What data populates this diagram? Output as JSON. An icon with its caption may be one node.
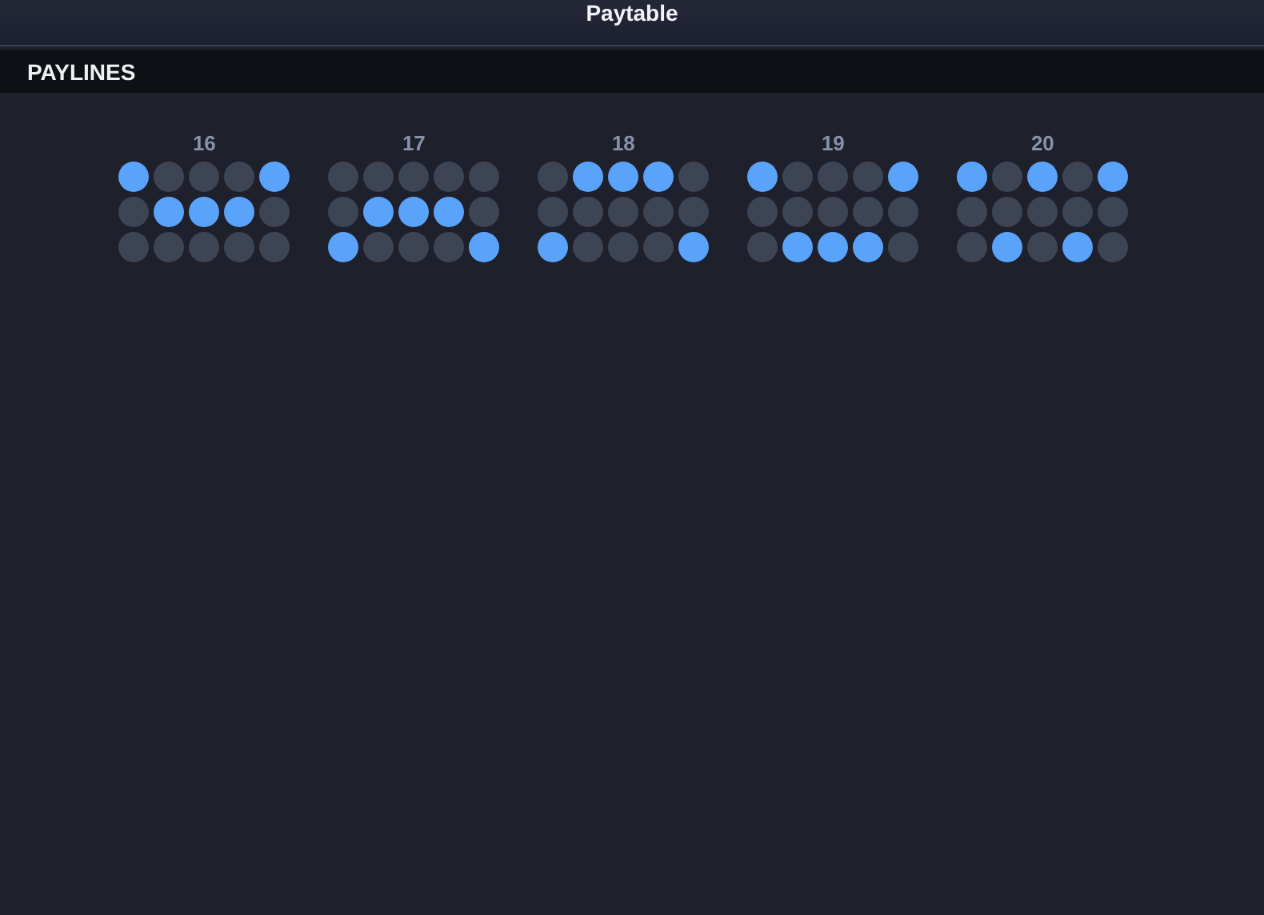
{
  "diagram": {
    "title": "Paytable",
    "nodes": [
      {
        "text": [
          "PAYLINES"
        ]
      },
      {
        "text": [
          "16"
        ]
      },
      {
        "text": [],
        "shape": "circle",
        "in": 1
      },
      {
        "text": [],
        "shape": "circle",
        "in": 1
      },
      {
        "text": [],
        "shape": "circle",
        "in": 1
      },
      {
        "text": [],
        "shape": "circle",
        "in": 1
      },
      {
        "text": [],
        "shape": "circle",
        "in": 1
      },
      {
        "text": [],
        "shape": "circle",
        "in": 1
      },
      {
        "text": [],
        "shape": "circle",
        "in": 1
      },
      {
        "text": [],
        "shape": "circle",
        "in": 1
      },
      {
        "text": [],
        "shape": "circle",
        "in": 1
      },
      {
        "text": [],
        "shape": "circle",
        "in": 1
      },
      {
        "text": [],
        "shape": "circle",
        "in": 1
      },
      {
        "text": [],
        "shape": "circle",
        "in": 1
      },
      {
        "text": [],
        "shape": "circle",
        "in": 1
      },
      {
        "text": [],
        "shape": "circle",
        "in": 1
      },
      {
        "text": [],
        "shape": "circle",
        "in": 1
      },
      {
        "text": [
          "17"
        ]
      },
      {
        "text": [],
        "shape": "circle",
        "in": 17
      },
      {
        "text": [],
        "shape": "circle",
        "in": 17
      },
      {
        "text": [],
        "shape": "circle",
        "in": 17
      },
      {
        "text": [],
        "shape": "circle",
        "in": 17
      },
      {
        "text": [],
        "shape": "circle",
        "in": 17
      },
      {
        "text": [],
        "shape": "circle",
        "in": 17
      },
      {
        "text": [],
        "shape": "circle",
        "in": 17
      },
      {
        "text": [],
        "shape": "circle",
        "in": 17
      },
      {
        "text": [],
        "shape": "circle",
        "in": 17
      },
      {
        "text": [],
        "shape": "circle",
        "in": 17
      },
      {
        "text": [],
        "shape": "circle",
        "in": 17
      },
      {
        "text": [],
        "shape": "circle",
        "in": 17
      },
      {
        "text": [],
        "shape": "circle",
        "in": 17
      },
      {
        "text": [],
        "shape": "circle",
        "in": 17
      },
      {
        "text": [],
        "shape": "circle",
        "in": 17
      },
      {
        "text": [
          "18"
        ]
      },
      {
        "text": [],
        "shape": "circle",
        "in": 33
      },
      {
        "text": [],
        "shape": "circle",
        "in": 33
      },
      {
        "text": [],
        "shape": "circle",
        "in": 33
      },
      {
        "text": [],
        "shape": "circle",
        "in": 33
      },
      {
        "text": [],
        "shape": "circle",
        "in": 33
      },
      {
        "text": [],
        "shape": "circle",
        "in": 33
      },
      {
        "text": [],
        "shape": "circle",
        "in": 33
      },
      {
        "text": [],
        "shape": "circle",
        "in": 33
      },
      {
        "text": [],
        "shape": "circle",
        "in": 33
      },
      {
        "text": [],
        "shape": "circle",
        "in": 33
      },
      {
        "text": [],
        "shape": "circle",
        "in": 33
      },
      {
        "text": [],
        "shape": "circle",
        "in": 33
      },
      {
        "text": [],
        "shape": "circle",
        "in": 33
      },
      {
        "text": [],
        "shape": "circle",
        "in": 33
      },
      {
        "text": [],
        "shape": "circle",
        "in": 33
      },
      {
        "text": [
          "19"
        ]
      },
      {
        "text": [],
        "shape": "circle",
        "in": 49
      },
      {
        "text": [],
        "shape": "circle",
        "in": 49
      },
      {
        "text": [],
        "shape": "circle",
        "in": 49
      },
      {
        "text": [],
        "shape": "circle",
        "in": 49
      },
      {
        "text": [],
        "shape": "circle",
        "in": 49
      },
      {
        "text": [],
        "shape": "circle",
        "in": 49
      },
      {
        "text": [],
        "shape": "circle",
        "in": 49
      },
      {
        "text": [],
        "shape": "circle",
        "in": 49
      },
      {
        "text": [],
        "shape": "circle",
        "in": 49
      },
      {
        "text": [],
        "shape": "circle",
        "in": 49
      },
      {
        "text": [],
        "shape": "circle",
        "in": 49
      },
      {
        "text": [],
        "shape": "circle",
        "in": 49
      },
      {
        "text": [],
        "shape": "circle",
        "in": 49
      },
      {
        "text": [],
        "shape": "circle",
        "in": 49
      },
      {
        "text": [],
        "shape": "circle",
        "in": 49
      },
      {
        "text": [
          "20"
        ]
      },
      {
        "text": [],
        "shape": "circle",
        "in": 65
      },
      {
        "text": [],
        "shape": "circle",
        "in": 65
      },
      {
        "text": [],
        "shape": "circle",
        "in": 65
      },
      {
        "text": [],
        "shape": "circle",
        "in": 65
      },
      {
        "text": [],
        "shape": "circle",
        "in": 65
      },
      {
        "text": [],
        "shape": "circle",
        "in": 65
      },
      {
        "text": [],
        "shape": "circle",
        "in": 65
      },
      {
        "text": [],
        "shape": "circle",
        "in": 65
      },
      {
        "text": [],
        "shape": "circle",
        "in": 65
      },
      {
        "text": [],
        "shape": "circle",
        "in": 65
      },
      {
        "text": [],
        "shape": "circle",
        "in": 65
      },
      {
        "text": [],
        "shape": "circle",
        "in": 65
      },
      {
        "text": [],
        "shape": "circle",
        "in": 65
      },
      {
        "text": [],
        "shape": "circle",
        "in": 65
      },
      {
        "text": [],
        "shape": "circle",
        "in": 65
      }
    ]
  }
}
